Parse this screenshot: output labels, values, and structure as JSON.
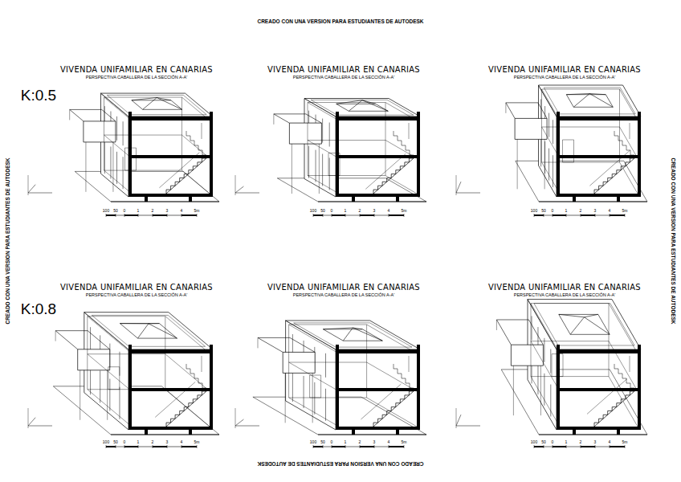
{
  "diagram": {
    "labels": [
      "CREADO CON UNA VERSION PARA ESTUDIANTES DE AUTODESK",
      "CREADO CON UNA VERSION PARA ESTUDIANTES DE AUTODESK",
      "CREADO CON UNA VERSION PARA ESTUDIANTES DE AUTODESK",
      "CREADO CON UNA VERSION PARA ESTUDIANTES DE AUTODESK",
      "K:0.5",
      "K:0.8",
      "VIVENDA UNIFAMILIAR EN CANARIAS",
      "PERSPECTIVA CABALLERA DE LA SECCIÓN A-A'",
      "100",
      "50",
      "0",
      "1",
      "2",
      "3",
      "4",
      "5m",
      "VIVENDA UNIFAMILIAR EN CANARIAS",
      "PERSPECTIVA CABALLERA DE LA SECCIÓN A-A'",
      "100",
      "50",
      "0",
      "1",
      "2",
      "3",
      "4",
      "5m",
      "VIVENDA UNIFAMILIAR EN CANARIAS",
      "PERSPECTIVA CABALLERA DE LA SECCIÓN A-A'",
      "100",
      "50",
      "0",
      "1",
      "2",
      "3",
      "4",
      "5m",
      "VIVENDA UNIFAMILIAR EN CANARIAS",
      "PERSPECTIVA CABALLERA DE LA SECCIÓN A-A'",
      "100",
      "50",
      "0",
      "1",
      "2",
      "3",
      "4",
      "5m",
      "VIVENDA UNIFAMILIAR EN CANARIAS",
      "PERSPECTIVA CABALLERA DE LA SECCIÓN A-A'",
      "100",
      "50",
      "0",
      "1",
      "2",
      "3",
      "4",
      "5m",
      "VIVENDA UNIFAMILIAR EN CANARIAS",
      "PERSPECTIVA CABALLERA DE LA SECCIÓN A-A'",
      "100",
      "50",
      "0",
      "1",
      "2",
      "3",
      "4",
      "5m"
    ]
  }
}
